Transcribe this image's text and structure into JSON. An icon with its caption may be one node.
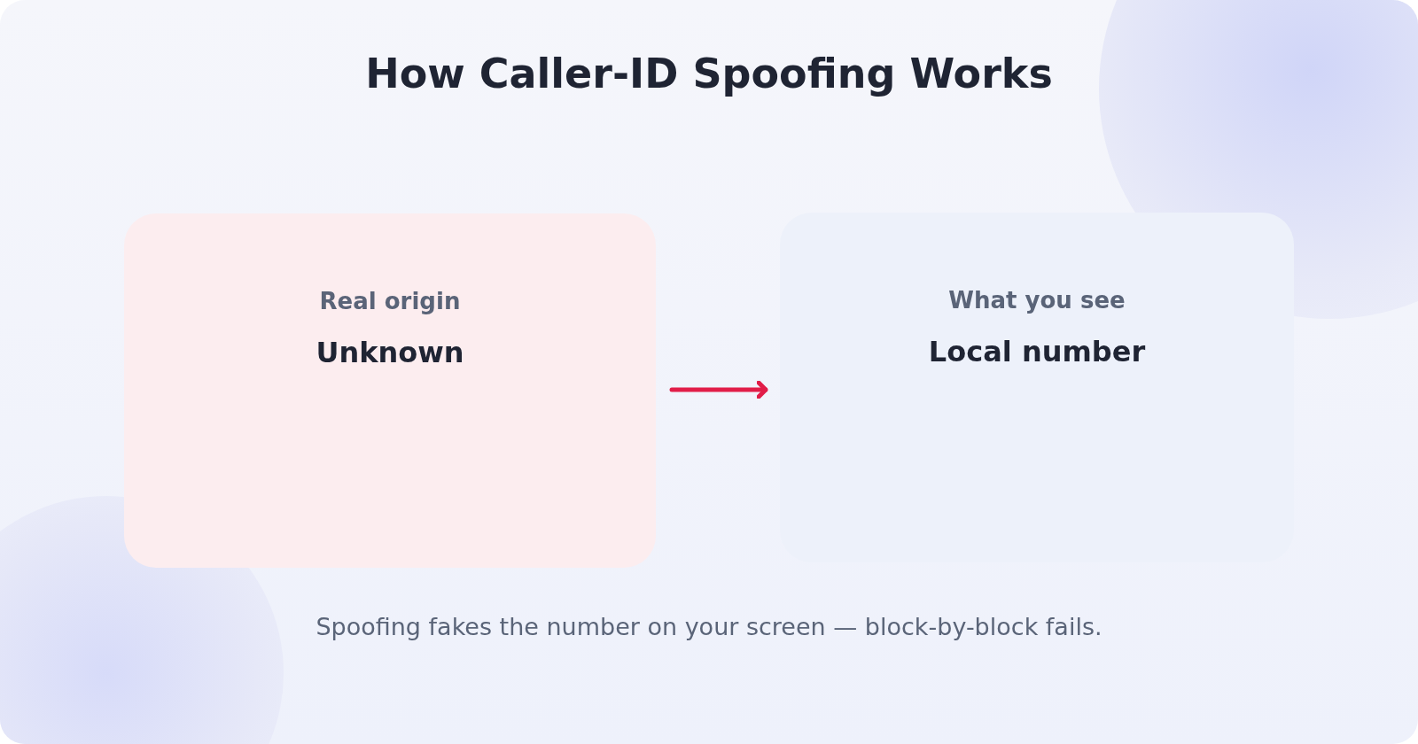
{
  "diagram": {
    "title": "How Caller-ID Spoofing Works",
    "nodes": [
      {
        "text": [
          "Real origin",
          "Unknown"
        ]
      },
      {
        "text": [
          "What you see",
          "Local number"
        ]
      }
    ],
    "edges": [
      {
        "from": 0,
        "to": 1,
        "arrow": "to"
      }
    ],
    "caption": "Spoofing fakes the number on your screen — block-by-block fails."
  }
}
